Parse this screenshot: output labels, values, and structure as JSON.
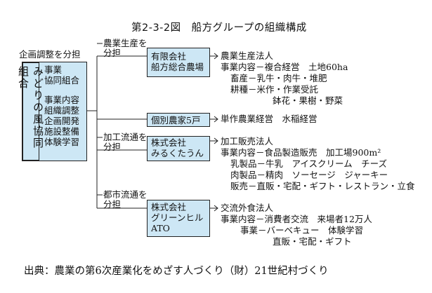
{
  "title": "第2-3-2図　船方グループの組織構成",
  "left": {
    "header": "企画調整を分担",
    "vertical_name": "みどりの風協同組合",
    "items": [
      "事業",
      "協同組合",
      "事業内容",
      "組織調整",
      "企画開発",
      "施設整備",
      "体験学習"
    ]
  },
  "branches": [
    {
      "label": [
        "農業生産を",
        "分担"
      ],
      "box": [
        "有限会社",
        "船方総合農場"
      ],
      "details": [
        "農業生産法人",
        "事業内容－複合経営　土地60ha",
        "畜産－乳牛・肉牛・堆肥",
        "耕種－米作・作業受託",
        "鉢花・果樹・野菜"
      ]
    },
    {
      "label": [],
      "box": [
        "個別農家5戸"
      ],
      "details": [
        "単作農業経営　水稲経営"
      ]
    },
    {
      "label": [
        "加工流通を",
        "分担"
      ],
      "box": [
        "株式会社",
        "みるくたうん"
      ],
      "details": [
        "加工販売法人",
        "事業内容－食品製造販売　加工場900m²",
        "乳製品－牛乳　アイスクリーム　チーズ",
        "肉製品－精肉　ソーセージ　ジャーキー",
        "販売－直販・宅配・ギフト・レストラン・立食"
      ]
    },
    {
      "label": [
        "都市流通を",
        "分担"
      ],
      "box": [
        "株式会社",
        "グリーンヒル",
        "ATO"
      ],
      "details": [
        "交流外食法人",
        "事業内容－消費者交流　来場者12万人",
        "事業－バーベキュー　体験学習",
        "直販・宅配・ギフト"
      ]
    }
  ],
  "source": "出典：農業の第6次産業化をめざす人づくり（財）21世紀村づくり"
}
